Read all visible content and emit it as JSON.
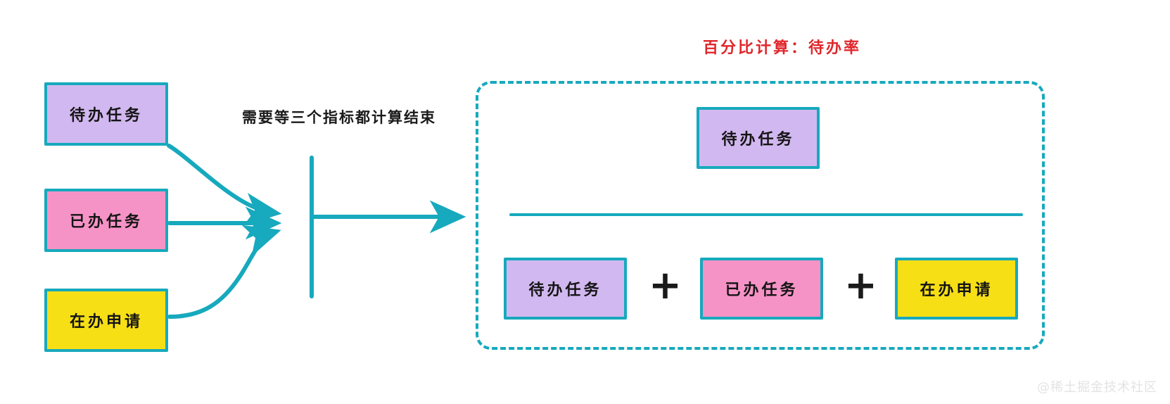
{
  "colors": {
    "stroke": "#17a9bd",
    "purple": "#d2b8f0",
    "pink": "#f693c6",
    "yellow": "#f7df16",
    "title_red": "#e0262b",
    "text": "#141414",
    "watermark": "#e3e3e5"
  },
  "left_section": {
    "note": "需要等三个指标都计算结束",
    "boxes": [
      {
        "label": "待办任务",
        "color": "purple"
      },
      {
        "label": "已办任务",
        "color": "pink"
      },
      {
        "label": "在办申请",
        "color": "yellow"
      }
    ]
  },
  "right_section": {
    "title": "百分比计算：待办率",
    "numerator": {
      "label": "待办任务",
      "color": "purple"
    },
    "denominator": [
      {
        "label": "待办任务",
        "color": "purple"
      },
      {
        "label": "已办任务",
        "color": "pink"
      },
      {
        "label": "在办申请",
        "color": "yellow"
      }
    ],
    "operator": "+"
  },
  "watermark": "@稀土掘金技术社区"
}
